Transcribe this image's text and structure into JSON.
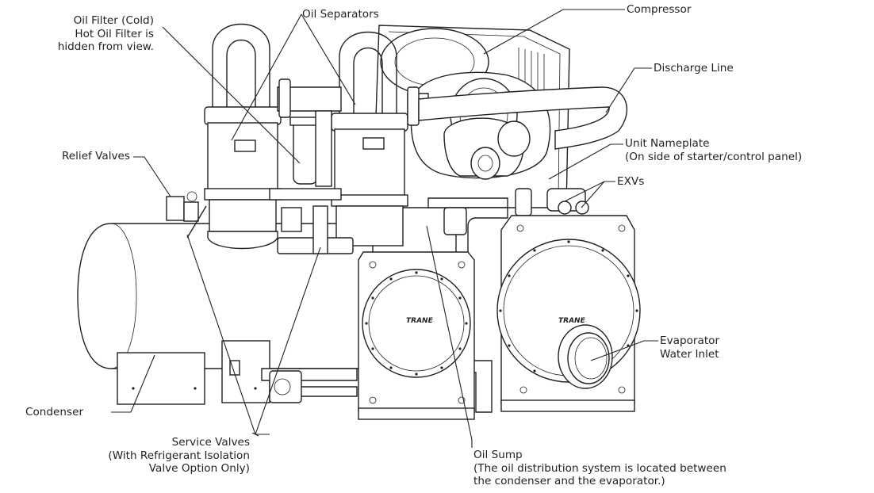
{
  "labels": {
    "oil_filter": [
      "Oil Filter (Cold)",
      "Hot Oil Filter is",
      "hidden from view."
    ],
    "oil_separators": "Oil Separators",
    "compressor": "Compressor",
    "discharge_line": "Discharge Line",
    "unit_nameplate": [
      "Unit Nameplate",
      "(On side of starter/control panel)"
    ],
    "relief_valves": "Relief Valves",
    "exvs": "EXVs",
    "evaporator_water_inlet": [
      "Evaporator",
      "Water Inlet"
    ],
    "condenser": "Condenser",
    "service_valves": [
      "Service Valves",
      "(With Refrigerant Isolation",
      "Valve Option Only)"
    ],
    "oil_sump": [
      "Oil Sump",
      "(The oil distribution system is located between",
      "the condenser and the evaporator.)"
    ],
    "brand_mark": "TRANE"
  }
}
